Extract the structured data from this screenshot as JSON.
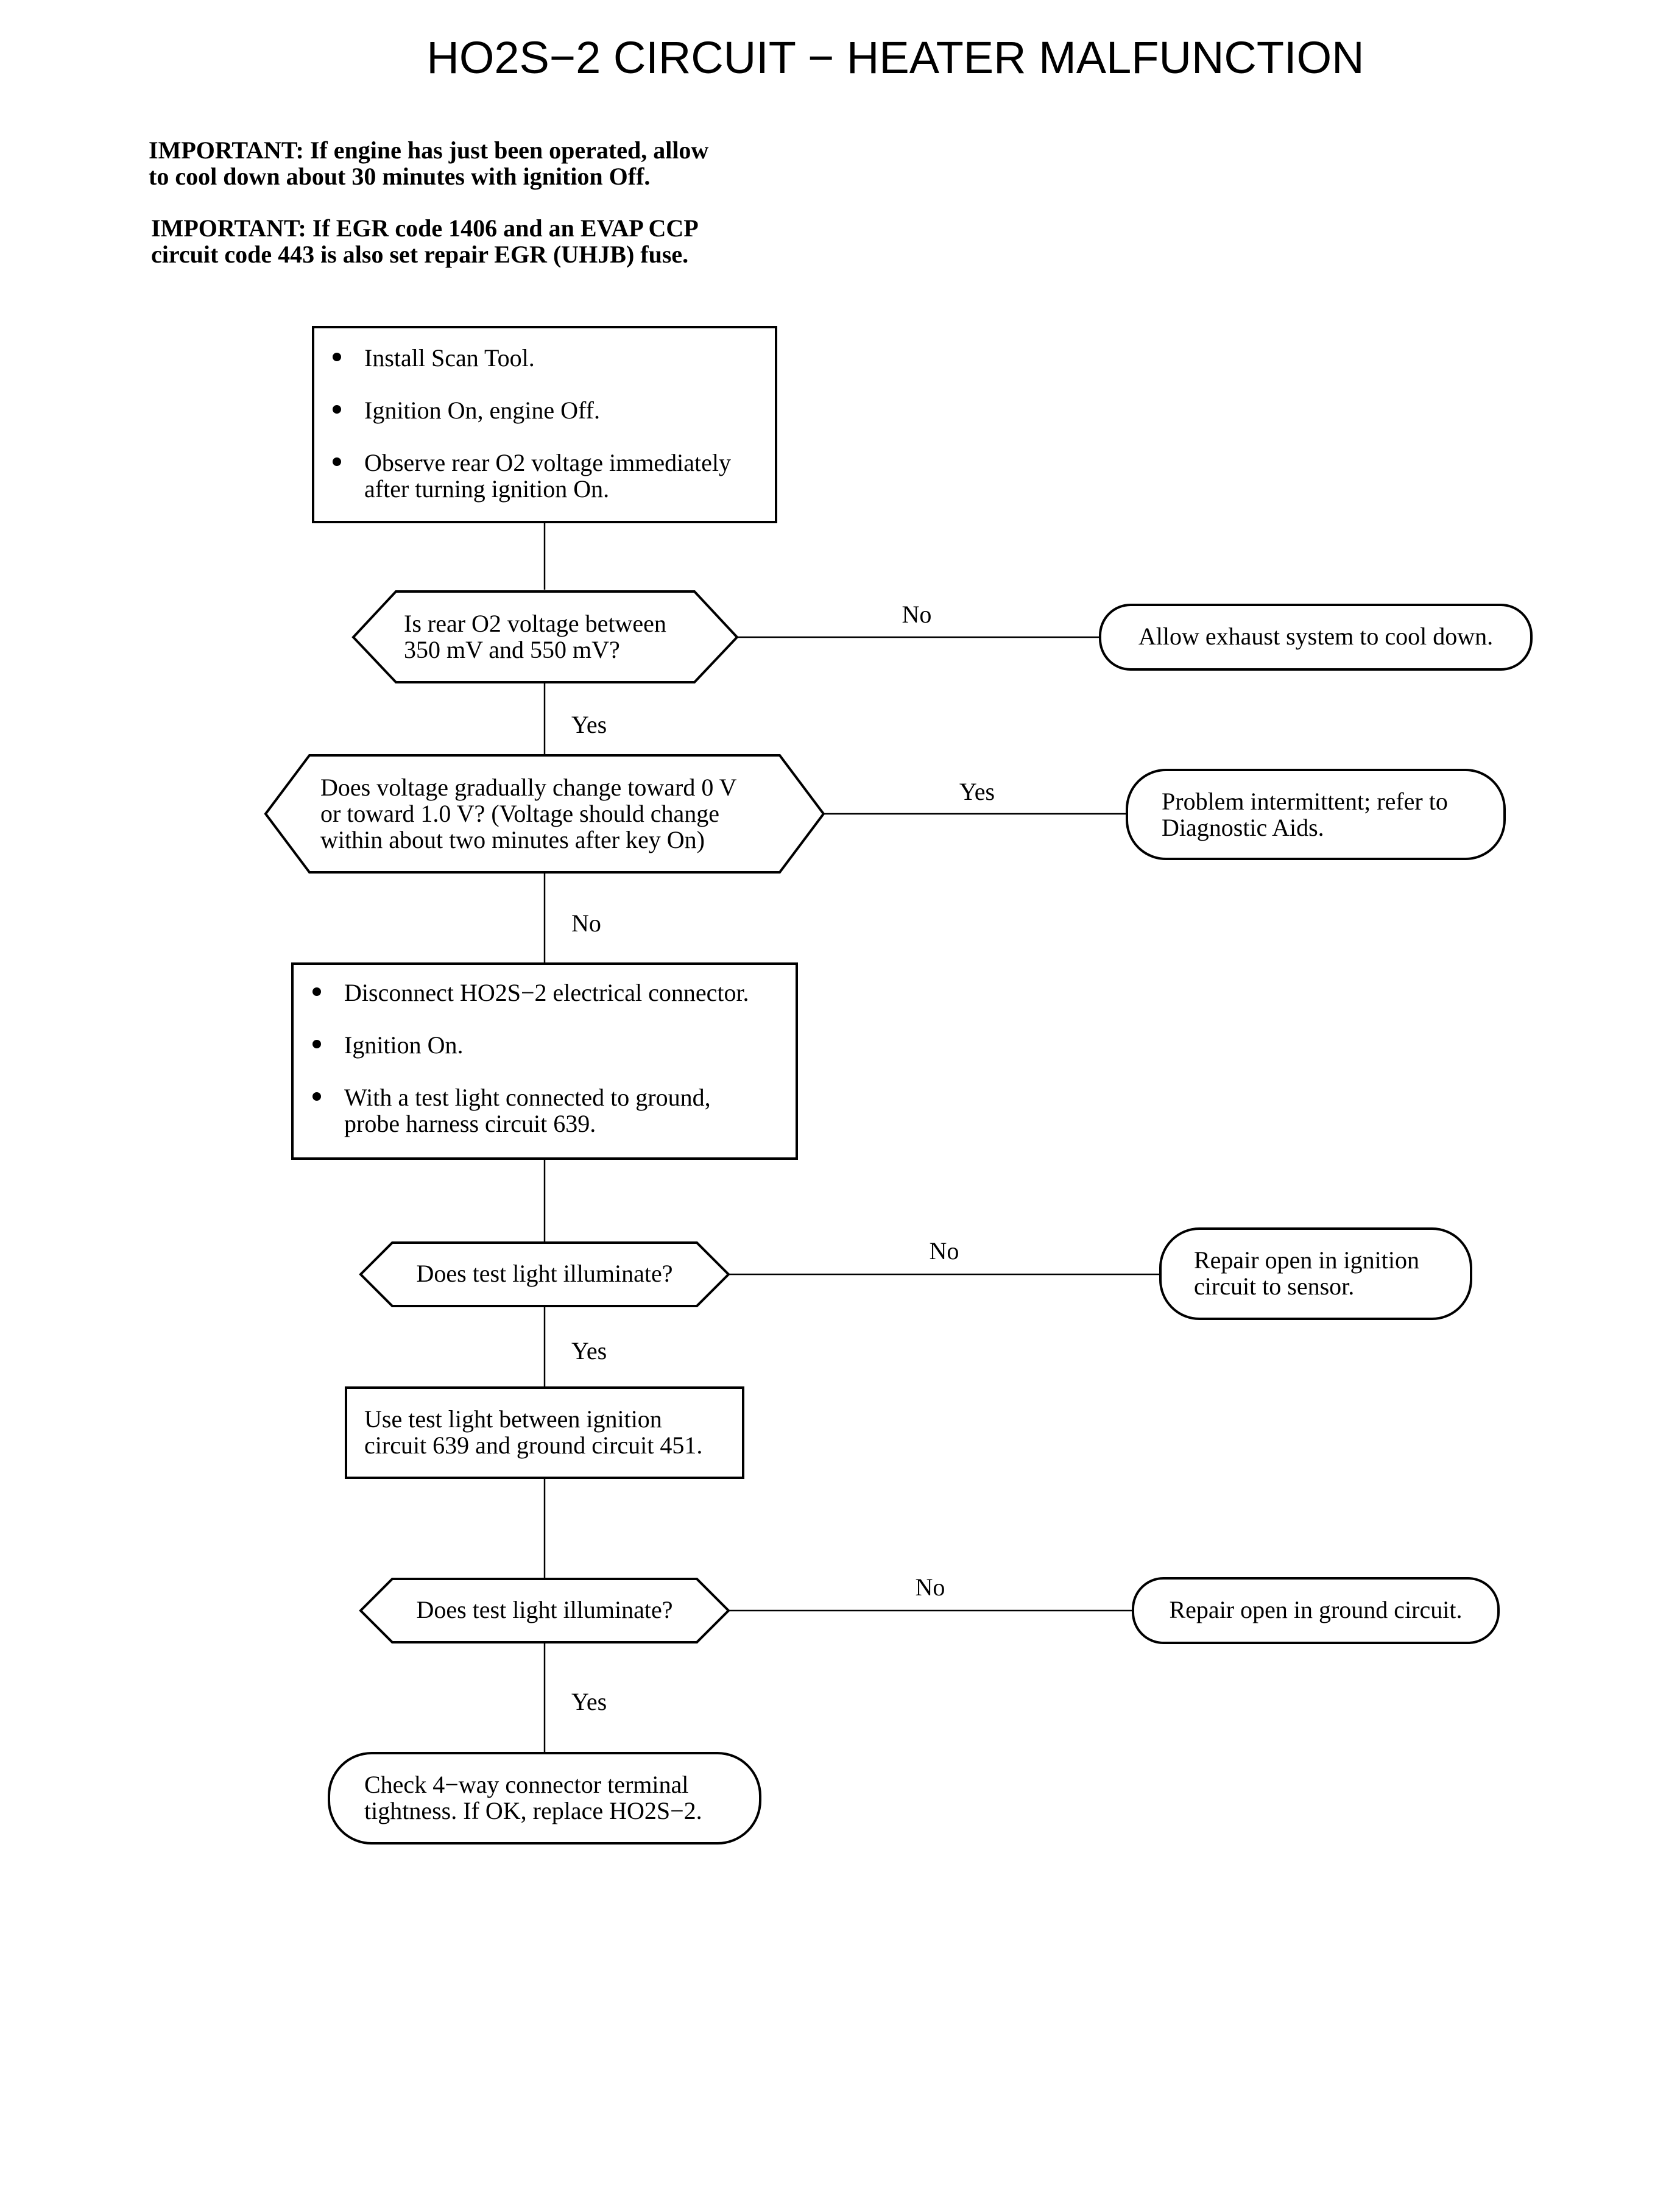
{
  "title": "HO2S−2 CIRCUIT − HEATER MALFUNCTION",
  "notes": [
    {
      "line1": "IMPORTANT:  If engine has just been operated, allow",
      "line2": "to cool down about 30 minutes with ignition Off."
    },
    {
      "line1": "IMPORTANT:  If EGR code 1406 and an EVAP CCP",
      "line2": "circuit code 443 is also set repair EGR (UHJB) fuse."
    }
  ],
  "step1": {
    "items": [
      {
        "line1": "Install Scan Tool."
      },
      {
        "line1": "Ignition On, engine Off."
      },
      {
        "line1": "Observe rear O2 voltage immediately",
        "line2": "after turning ignition On."
      }
    ]
  },
  "decision1": {
    "line1": "Is rear O2 voltage between",
    "line2": "350 mV and 550 mV?",
    "branch_label": "No",
    "down_label": "Yes"
  },
  "result1": {
    "line1": "Allow exhaust system to cool down."
  },
  "decision2": {
    "line1": "Does voltage gradually change toward 0 V",
    "line2": "or toward 1.0 V? (Voltage should change",
    "line3": "within about two minutes after key On)",
    "branch_label": "Yes",
    "down_label": "No"
  },
  "result2": {
    "line1": "Problem intermittent; refer to",
    "line2": "Diagnostic Aids."
  },
  "step2": {
    "items": [
      {
        "line1": "Disconnect HO2S−2 electrical connector."
      },
      {
        "line1": "Ignition On."
      },
      {
        "line1": "With a test light connected to ground,",
        "line2": "probe harness circuit 639."
      }
    ]
  },
  "decision3": {
    "line1": "Does test light illuminate?",
    "branch_label": "No",
    "down_label": "Yes"
  },
  "result3": {
    "line1": "Repair open in ignition",
    "line2": "circuit to sensor."
  },
  "step3": {
    "line1": "Use test light between ignition",
    "line2": "circuit 639 and ground circuit 451."
  },
  "decision4": {
    "line1": "Does test light illuminate?",
    "branch_label": "No",
    "down_label": "Yes"
  },
  "result4": {
    "line1": "Repair open in ground circuit."
  },
  "final": {
    "line1": "Check 4−way connector terminal",
    "line2": "tightness. If OK, replace HO2S−2."
  }
}
